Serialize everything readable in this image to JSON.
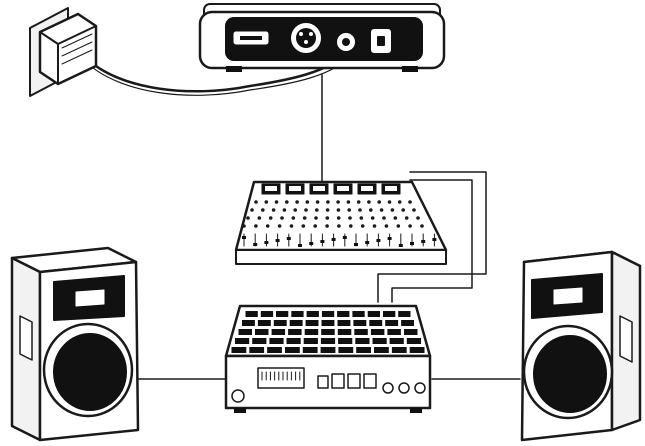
{
  "diagram": {
    "colors": {
      "ink": "#1a1a1a",
      "paper": "#ffffff",
      "panel": "#f2f2f2",
      "dark": "#111111"
    },
    "nodes": [
      {
        "id": "power-adapter",
        "kind": "wall-plug-adapter"
      },
      {
        "id": "interface-box",
        "kind": "audio-interface"
      },
      {
        "id": "mixing-console",
        "kind": "mixer"
      },
      {
        "id": "power-amplifier",
        "kind": "amplifier"
      },
      {
        "id": "speaker-left",
        "kind": "loudspeaker"
      },
      {
        "id": "speaker-right",
        "kind": "loudspeaker"
      }
    ],
    "edges": [
      {
        "from": "power-adapter",
        "to": "interface-box",
        "kind": "power-cable"
      },
      {
        "from": "interface-box",
        "to": "mixing-console",
        "kind": "audio-cable"
      },
      {
        "from": "mixing-console",
        "to": "power-amplifier",
        "kind": "audio-cable-pair"
      },
      {
        "from": "power-amplifier",
        "to": "speaker-left",
        "kind": "speaker-cable"
      },
      {
        "from": "power-amplifier",
        "to": "speaker-right",
        "kind": "speaker-cable"
      }
    ]
  }
}
